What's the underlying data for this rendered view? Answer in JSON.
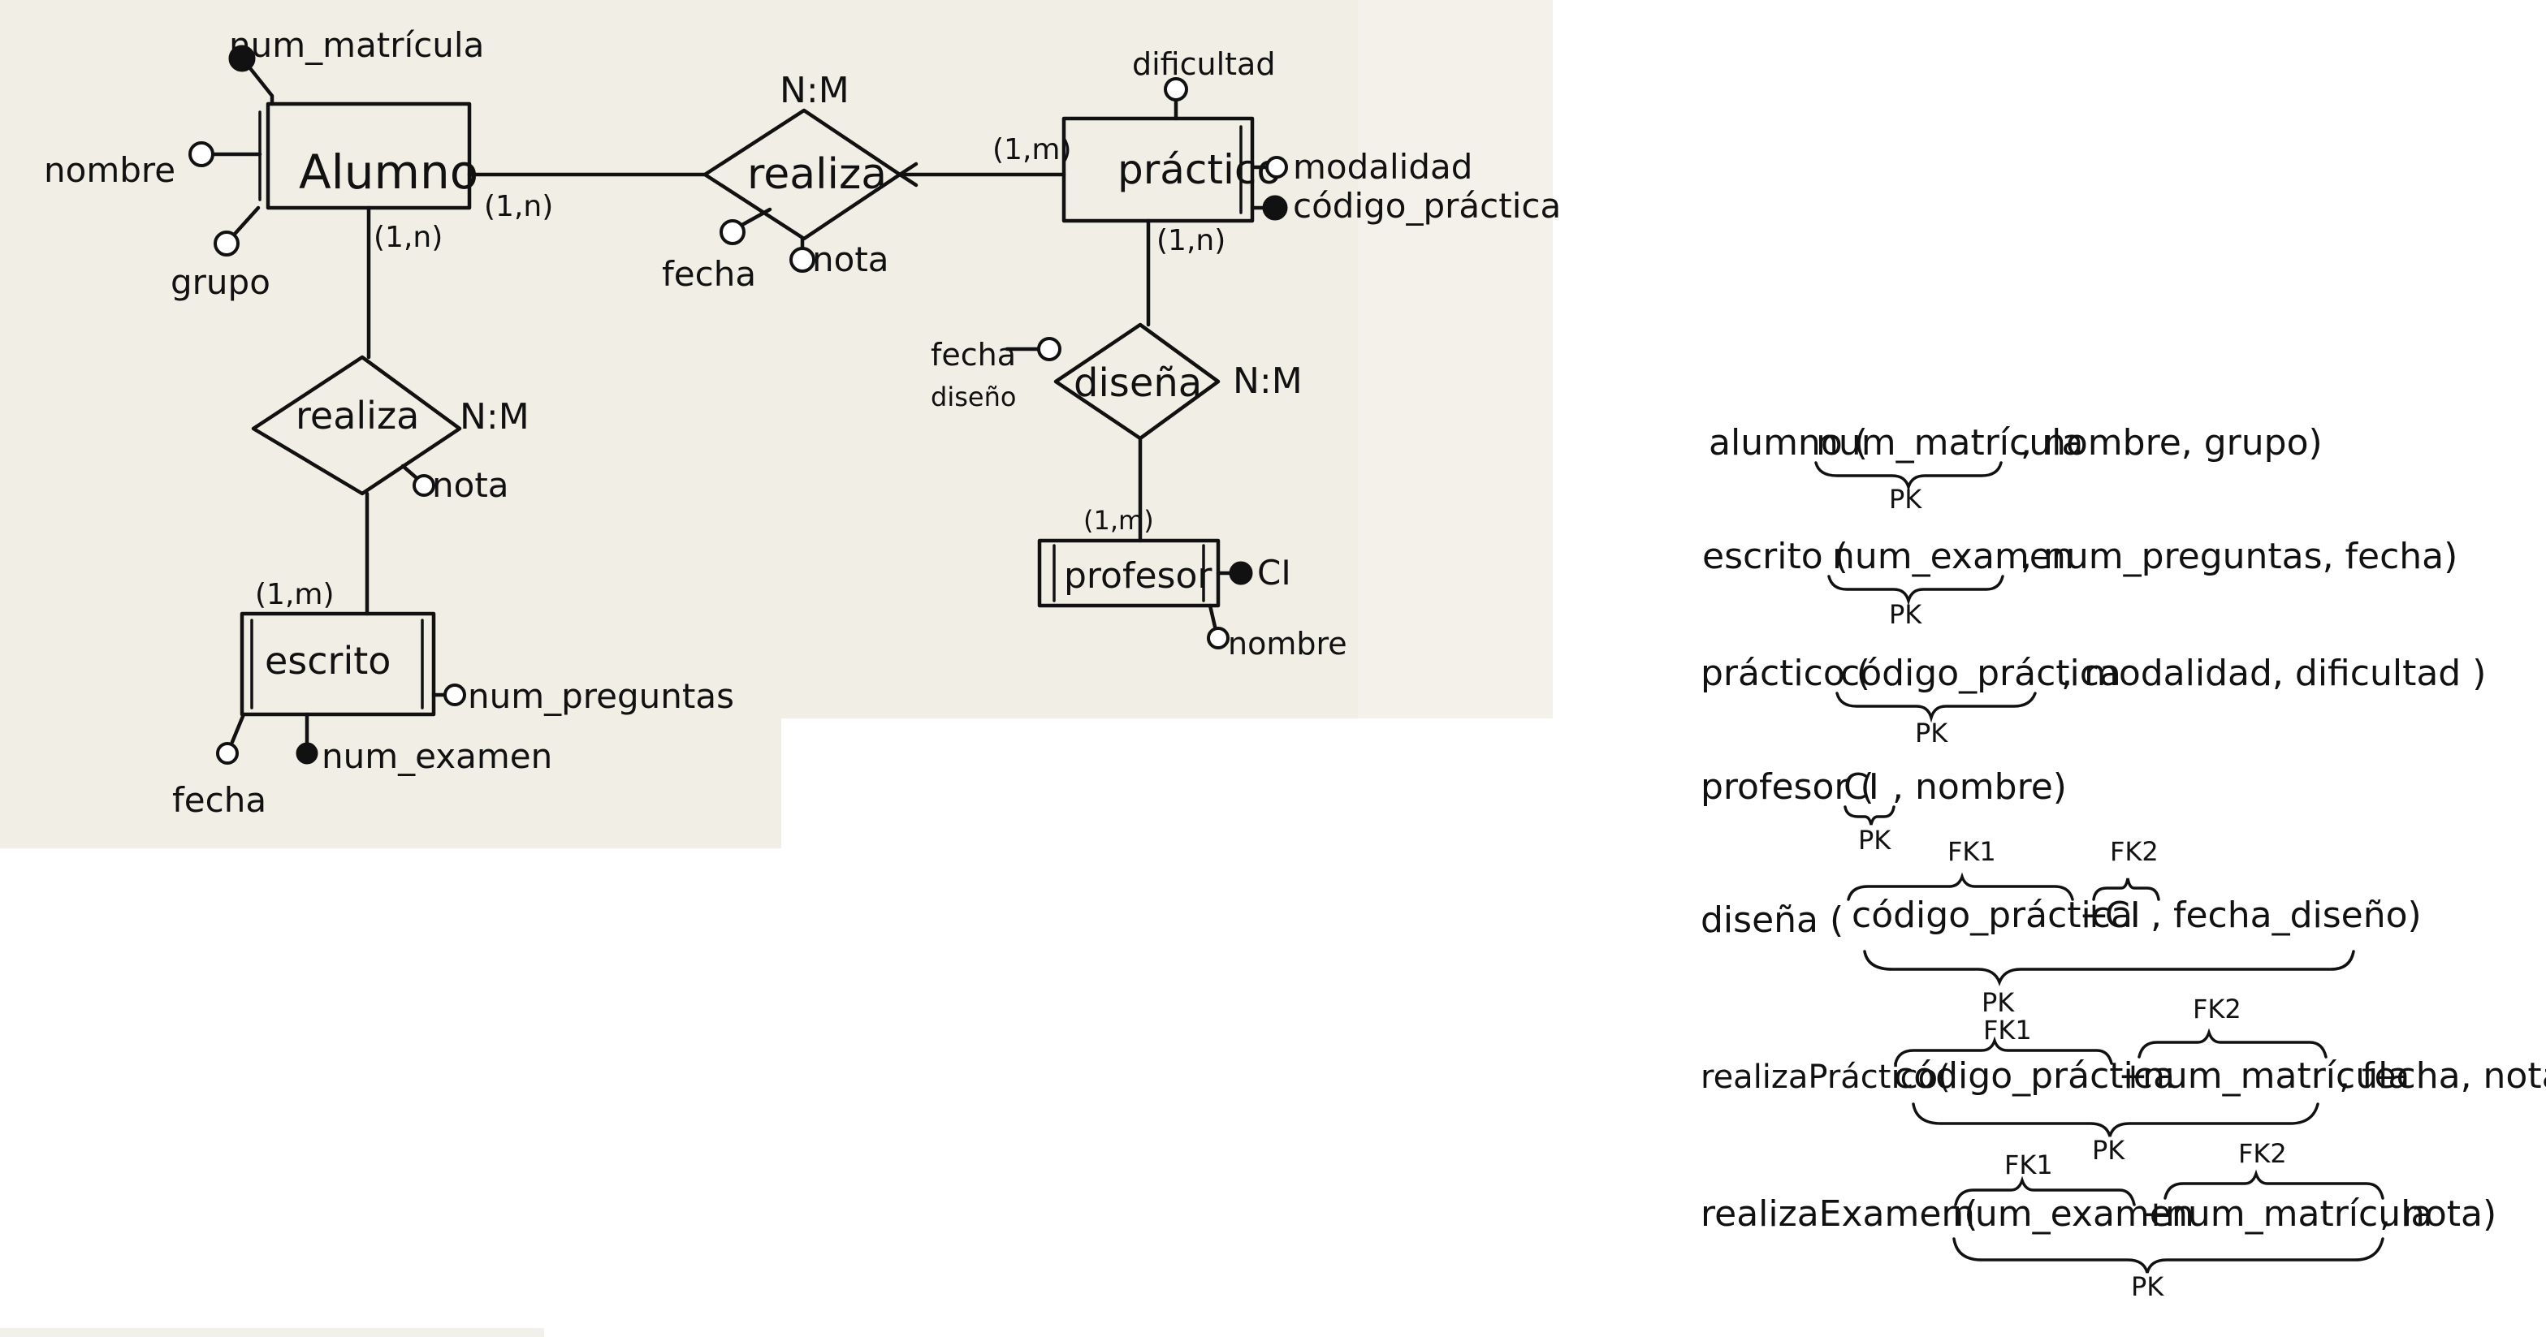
{
  "diagram": {
    "entities": {
      "alumno": "Alumno",
      "escrito": "escrito",
      "practico": "práctico",
      "profesor": "profesor"
    },
    "relations": {
      "realiza_top": "realiza",
      "realiza_left": "realiza",
      "disena": "diseña"
    },
    "attributes": {
      "num_matricula": "num_matrícula",
      "nombre_alumno": "nombre",
      "grupo": "grupo",
      "fecha_realiza": "fecha",
      "nota_realiza": "nota",
      "dificultad": "dificultad",
      "modalidad": "modalidad",
      "codigo_practica": "código_práctica",
      "nota_left": "nota",
      "num_preguntas": "num_preguntas",
      "num_examen": "num_examen",
      "fecha_escrito": "fecha",
      "fecha_diseno": "fecha",
      "fecha_diseno_2": "diseño",
      "ci": "CI",
      "nombre_profesor": "nombre"
    },
    "cardinalities": {
      "nm_top": "N:M",
      "alumno_right": "(1,n)",
      "alumno_bottom": "(1,n)",
      "practico_left": "(1,m)",
      "practico_bottom": "(1,n)",
      "nm_left": "N:M",
      "escrito_top": "(1,m)",
      "nm_disena": "N:M",
      "profesor_top": "(1,m)"
    }
  },
  "schema": {
    "rows": [
      {
        "prefix": "alumno (",
        "key": "num_matrícula",
        "rest": ", nombre, grupo)",
        "pk": "PK"
      },
      {
        "prefix": "escrito (",
        "key": "num_examen",
        "rest": ", num_preguntas, fecha)",
        "pk": "PK"
      },
      {
        "prefix": "práctico (",
        "key": "código_práctica",
        "rest": ", modalidad, dificultad )",
        "pk": "PK"
      },
      {
        "prefix": "profesor (",
        "key": "CI",
        "rest": ", nombre)",
        "pk": "PK"
      },
      {
        "prefix": "diseña (",
        "fk1": "código_práctica",
        "plus": "+",
        "fk2": "CI",
        "rest": ", fecha_diseño)",
        "fk1_label": "FK1",
        "fk2_label": "FK2",
        "pk": "PK"
      },
      {
        "prefix": "realizaPráctico(",
        "fk1": "código_práctica",
        "plus": "+",
        "fk2": "num_matrícula",
        "rest": ", fecha, nota)",
        "fk1_label": "FK1",
        "fk2_label": "FK2",
        "pk": "PK"
      },
      {
        "prefix": "realizaExamen(",
        "fk1": "num_examen",
        "plus": "+",
        "fk2": "num_matrícula",
        "rest": ", nota)",
        "fk1_label": "FK1",
        "fk2_label": "FK2",
        "pk": "PK"
      }
    ]
  }
}
